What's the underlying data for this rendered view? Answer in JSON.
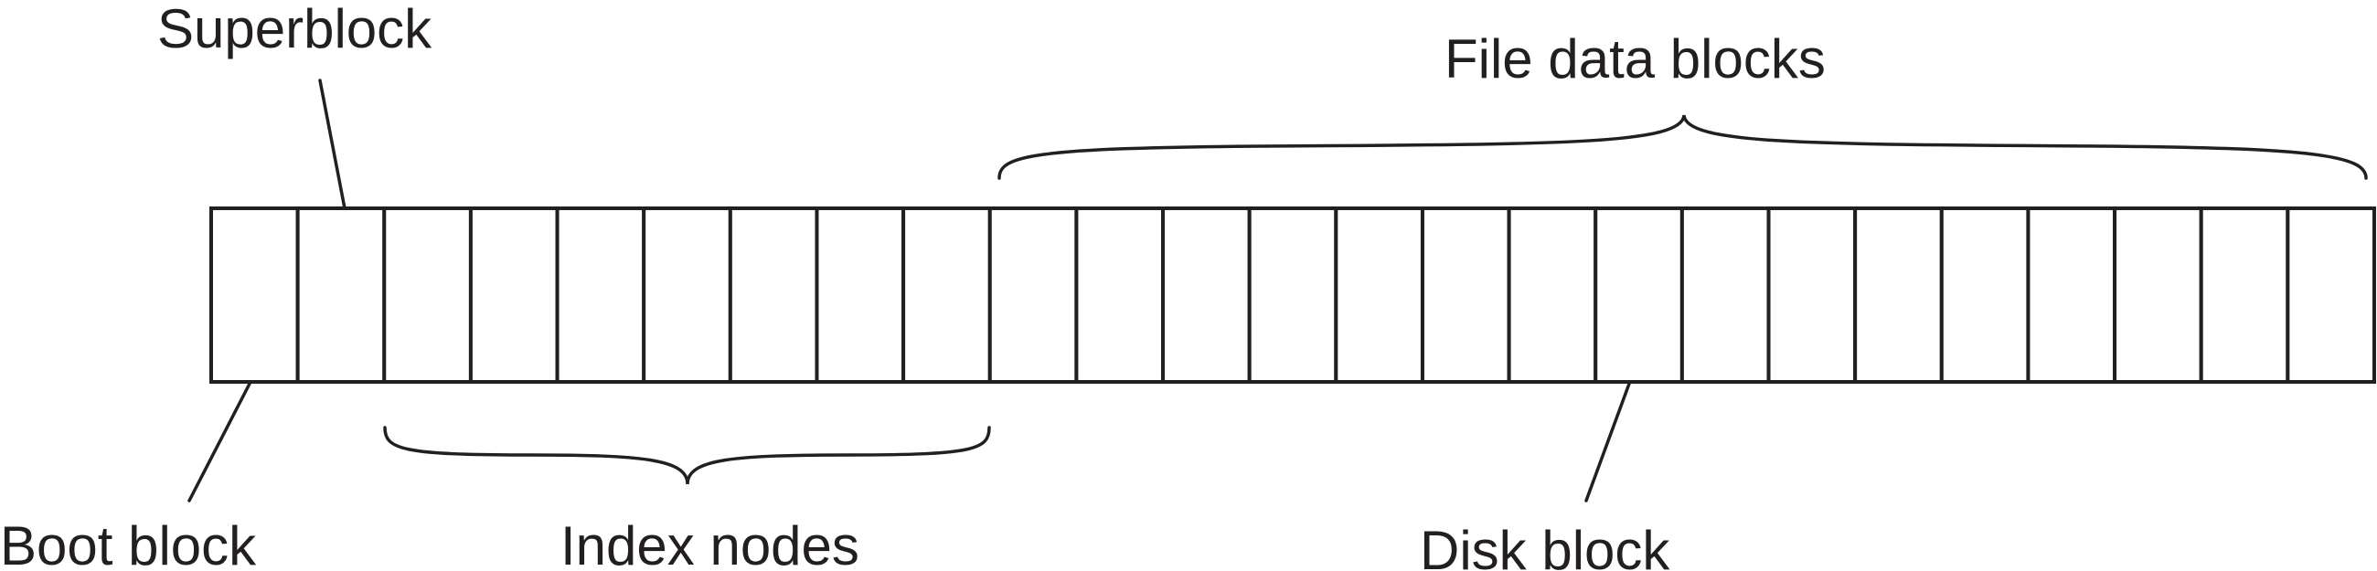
{
  "diagram": {
    "block_count": 25,
    "labels": {
      "superblock": "Superblock",
      "file_data_blocks": "File data blocks",
      "boot_block": "Boot block",
      "index_nodes": "Index nodes",
      "disk_block": "Disk block"
    },
    "colors": {
      "stroke": "#231f20",
      "fill": "#ffffff"
    }
  }
}
